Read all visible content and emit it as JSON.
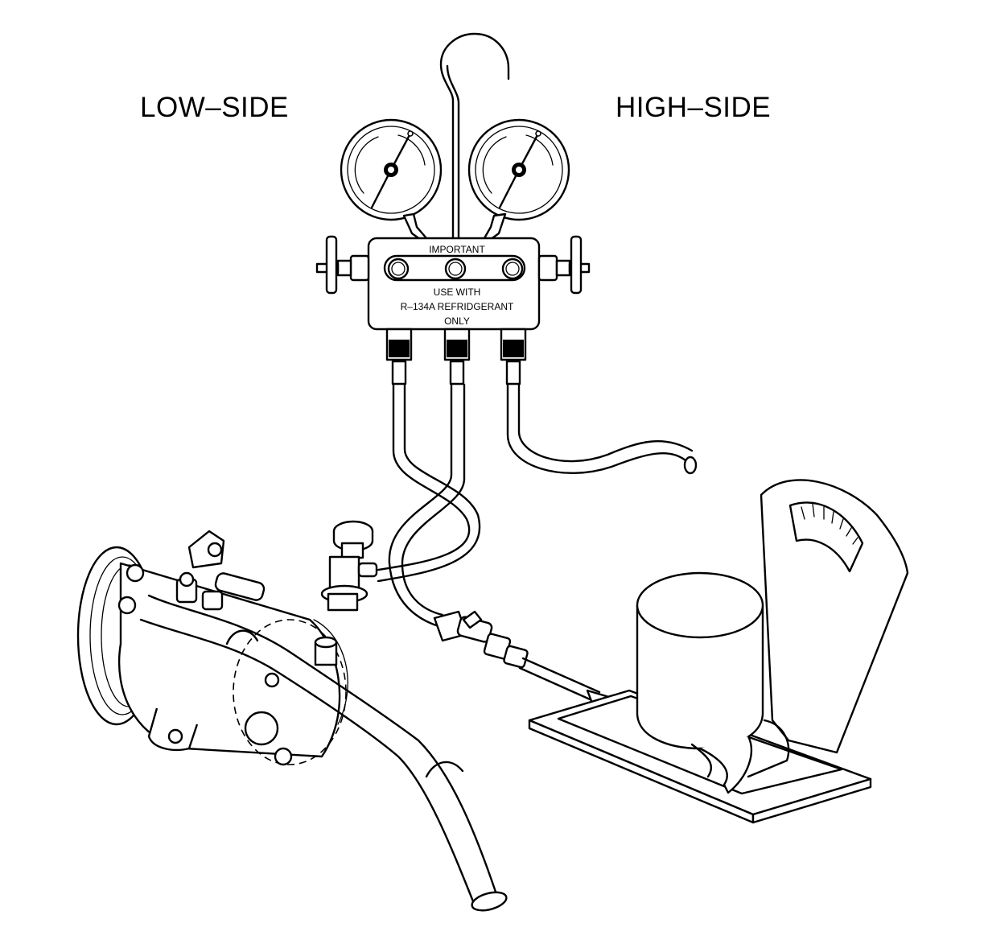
{
  "labels": {
    "low_side": "LOW–SIDE",
    "high_side": "HIGH–SIDE"
  },
  "manifold_plate": {
    "line1": "IMPORTANT",
    "line2": "USE WITH",
    "line3": "R–134A REFRIDGERANT",
    "line4": "ONLY"
  },
  "colors": {
    "line": "#000000",
    "background": "#ffffff"
  }
}
